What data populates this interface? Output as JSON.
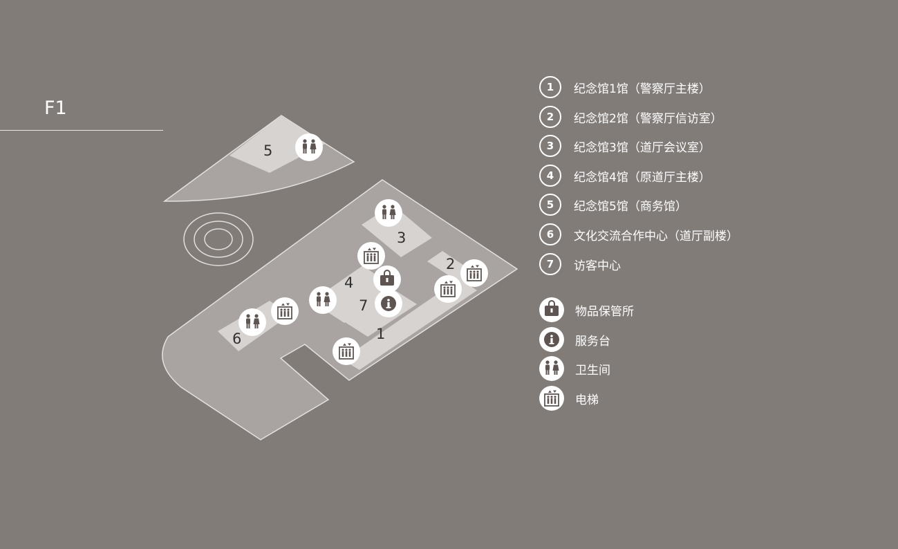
{
  "floor": {
    "label": "F1"
  },
  "colors": {
    "background": "#827c79",
    "building": "#a9a4a1",
    "room": "#d6d3d0",
    "icon": "#5e5552",
    "white": "#ffffff"
  },
  "map": {
    "halls": [
      {
        "id": "1",
        "label": "1"
      },
      {
        "id": "2",
        "label": "2"
      },
      {
        "id": "3",
        "label": "3"
      },
      {
        "id": "4",
        "label": "4"
      },
      {
        "id": "5",
        "label": "5"
      },
      {
        "id": "6",
        "label": "6"
      },
      {
        "id": "7",
        "label": "7"
      }
    ]
  },
  "legend": {
    "halls": [
      {
        "num": "1",
        "name": "纪念馆1馆（警察厅主楼）"
      },
      {
        "num": "2",
        "name": "纪念馆2馆（警察厅信访室）"
      },
      {
        "num": "3",
        "name": "纪念馆3馆（道厅会议室）"
      },
      {
        "num": "4",
        "name": "纪念馆4馆（原道厅主楼）"
      },
      {
        "num": "5",
        "name": "纪念馆5馆（商务馆）"
      },
      {
        "num": "6",
        "name": "文化交流合作中心（道厅副楼）"
      },
      {
        "num": "7",
        "name": "访客中心"
      }
    ],
    "facilities": [
      {
        "icon": "locker-icon",
        "name": "物品保管所"
      },
      {
        "icon": "info-icon",
        "name": "服务台"
      },
      {
        "icon": "restroom-icon",
        "name": "卫生间"
      },
      {
        "icon": "elevator-icon",
        "name": "电梯"
      }
    ]
  }
}
